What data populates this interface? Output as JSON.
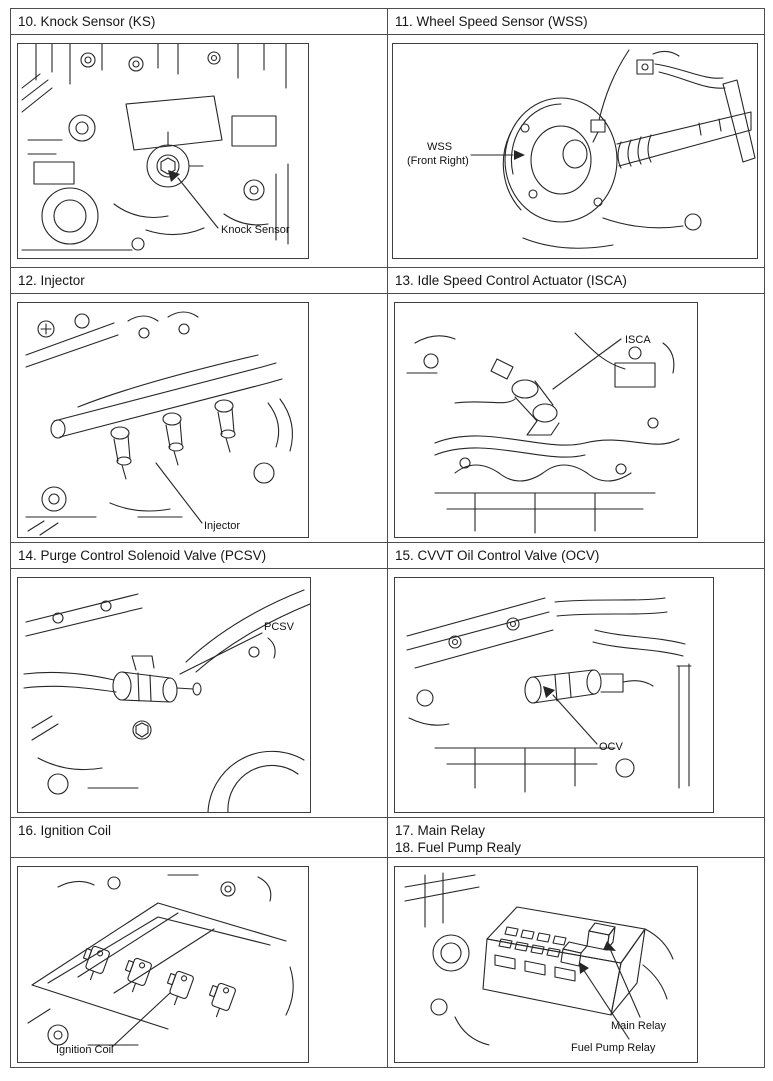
{
  "page": {
    "background": "#ffffff",
    "grid_border_color": "#4d4d4d",
    "figure_border_color": "#3f3f3f",
    "line_art_color": "#262626"
  },
  "sections": [
    {
      "id": "knock-sensor",
      "title": "10. Knock Sensor (KS)",
      "callouts": [
        {
          "label": "Knock Sensor"
        }
      ]
    },
    {
      "id": "wheel-speed-sensor",
      "title": "11. Wheel Speed Sensor (WSS)",
      "callouts": [
        {
          "label": "WSS",
          "sublabel": "(Front Right)"
        }
      ]
    },
    {
      "id": "injector",
      "title": "12. Injector",
      "callouts": [
        {
          "label": "Injector"
        }
      ]
    },
    {
      "id": "isca",
      "title": "13. Idle Speed Control Actuator (ISCA)",
      "callouts": [
        {
          "label": "ISCA"
        }
      ]
    },
    {
      "id": "pcsv",
      "title": "14. Purge Control Solenoid Valve (PCSV)",
      "callouts": [
        {
          "label": "PCSV"
        }
      ]
    },
    {
      "id": "ocv",
      "title": "15. CVVT Oil Control Valve (OCV)",
      "callouts": [
        {
          "label": "OCV"
        }
      ]
    },
    {
      "id": "ignition-coil",
      "title": "16. Ignition Coil",
      "callouts": [
        {
          "label": "Ignition Coil"
        }
      ]
    },
    {
      "id": "relays",
      "title": "17. Main Relay",
      "title2": "18. Fuel Pump Realy",
      "callouts": [
        {
          "label": "Main Relay"
        },
        {
          "label": "Fuel Pump Relay"
        }
      ]
    }
  ]
}
